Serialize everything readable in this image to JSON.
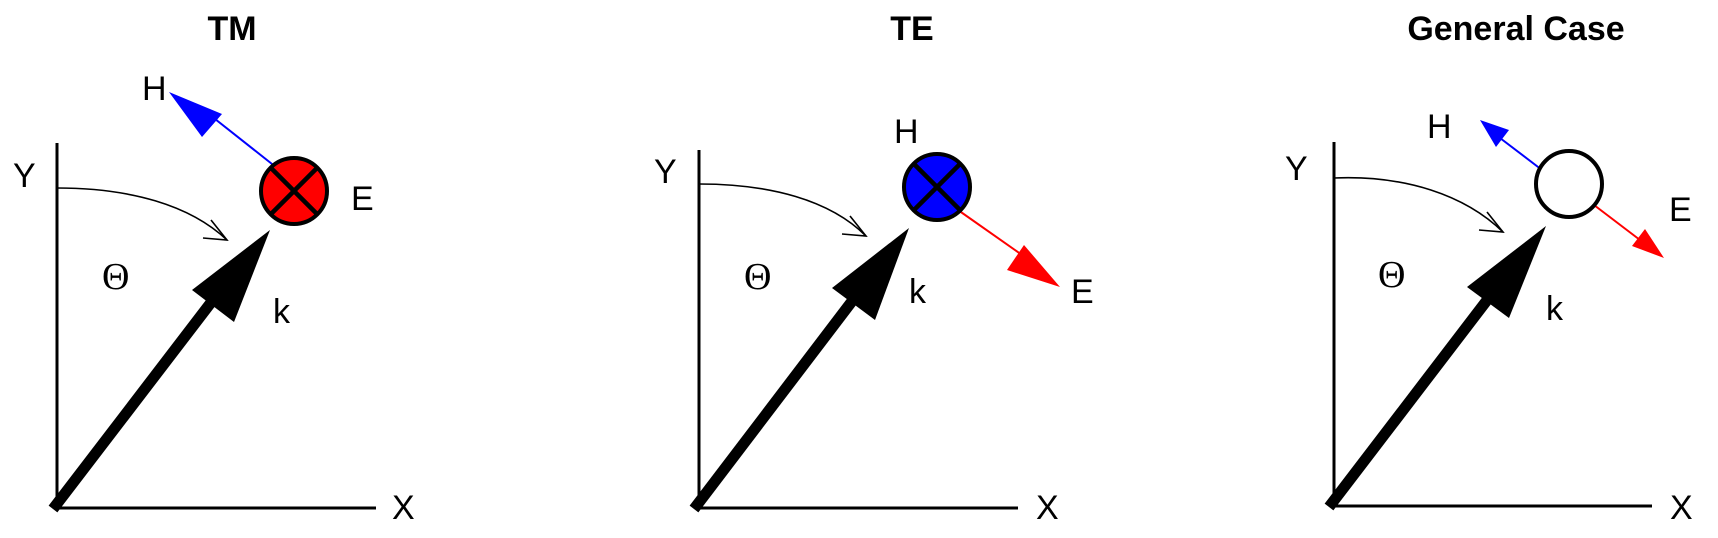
{
  "panels": [
    {
      "id": "tm",
      "title": "TM",
      "x_label": "X",
      "y_label": "Y",
      "theta_label": "Θ",
      "k_label": "k",
      "h_label": "H",
      "e_label": "E",
      "into_page_field": "E",
      "circle_fill": "#ff0000",
      "h_arrow_color": "#0000ff"
    },
    {
      "id": "te",
      "title": "TE",
      "x_label": "X",
      "y_label": "Y",
      "theta_label": "Θ",
      "k_label": "k",
      "h_label": "H",
      "e_label": "E",
      "into_page_field": "H",
      "circle_fill": "#0000ff",
      "e_arrow_color": "#ff0000"
    },
    {
      "id": "general",
      "title": "General Case",
      "x_label": "X",
      "y_label": "Y",
      "theta_label": "Θ",
      "k_label": "k",
      "h_label": "H",
      "e_label": "E",
      "circle_fill": "#ffffff",
      "h_arrow_color": "#0000ff",
      "e_arrow_color": "#ff0000"
    }
  ]
}
